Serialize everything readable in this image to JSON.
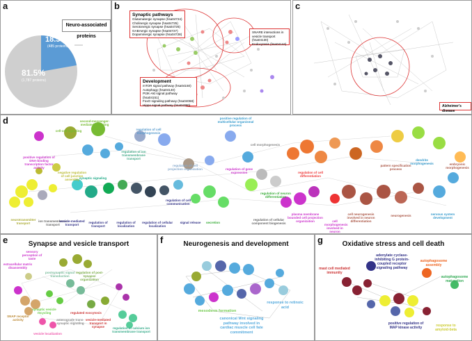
{
  "panels": {
    "a": {
      "label": "a",
      "callout": "Neuro-associated proteins",
      "slice_small": {
        "pct": "18.5%",
        "count": "(485 proteins)"
      },
      "slice_large": {
        "pct": "81.5%",
        "count": "(1,787 proteins)"
      },
      "colors": {
        "small": "#5b9bd5",
        "large": "#cfcfcf"
      }
    },
    "b": {
      "label": "b",
      "synaptic_title": "Synaptic pathways",
      "synaptic_items": [
        "Glutamatergic synapse (hsa04724)",
        "Cholinergic synapse (hsa04725)",
        "Serotonergic synapse (hsa04726)",
        "GABAergic synapse (hsa04727)",
        "Dopaminergic synapse (hsa04728)"
      ],
      "snare_items": [
        "SNARE interactions in vesicle transport (hsa04130)",
        "Endocytosis (hsa04144)"
      ],
      "dev_title": "Development",
      "dev_items": [
        "mTOR signal pathway (hsa04150)",
        "Autophagy (hsa04140)",
        "PI3K-Akt signal pathway (hsa04151)",
        "FoxO signaling pathway (hsa04068)",
        "Hippo signal pathway (hsa04390)"
      ]
    },
    "c": {
      "label": "c",
      "box": "Alzheimer's disease"
    },
    "d": {
      "label": "d",
      "terms": [
        "positive regulation of DNA-binding transcription factor activity",
        "cell-cell signaling",
        "second-messenger-mediated signaling",
        "regulation of ion transmembrane transport",
        "regulation of cell morphogenesis",
        "positive regulation of multicellular organismal process",
        "regulation of cell projection organization",
        "negative regulation of cell junction assembly",
        "synaptic signaling",
        "neurotransmitter transport",
        "ion transmembrane transport",
        "vesicle-mediated transport",
        "regulation of transport",
        "regulation of localization",
        "regulation of cellular localization",
        "signal release",
        "secretion",
        "regulation of cell communication",
        "cell morphogenesis",
        "regulation of gene expression",
        "pattern specification process",
        "dendrite morphogenesis",
        "embryonic morphogenesis",
        "regulation of neuron differentiation",
        "regulation of cell differentiation",
        "cell neurogenesis involved in neuron differentiation",
        "neurogenesis",
        "nervous system development",
        "cell morphogenesis involved in neuron differentiation",
        "plasma membrane bounded cell projection organization",
        "regulation of cellular component biogenesis"
      ]
    },
    "e": {
      "label": "e",
      "title": "Synapse and vesicle transport",
      "terms": [
        "sensory perception of taste",
        "extracellular matrix disassembly",
        "postsynaptic signal transduction",
        "regulation of post-synapse organization",
        "regulated exocytosis",
        "vesicle-mediated transport in synapse",
        "SNAP receptor activity",
        "synaptic vesicle recycling",
        "vesicle localization",
        "regulation of calcium ion transmembrane transport",
        "anterograde trans-synaptic signaling"
      ]
    },
    "f": {
      "label": "f",
      "title": "Neurogenesis and development",
      "terms": [
        "mesoderm formation",
        "canonical Wnt signaling pathway involved in cardiac muscle cell fate commitment",
        "response to retinoic acid"
      ]
    },
    "g": {
      "label": "g",
      "title": "Oxidative stress and cell death",
      "terms": [
        "adenylate cyclase-inhibiting G protein-coupled receptor signaling pathway",
        "mast cell mediated immunity",
        "autophagosome assembly",
        "autophagosome maturation",
        "positive regulation of MAP kinase activity",
        "response to amyloid-beta"
      ]
    }
  }
}
